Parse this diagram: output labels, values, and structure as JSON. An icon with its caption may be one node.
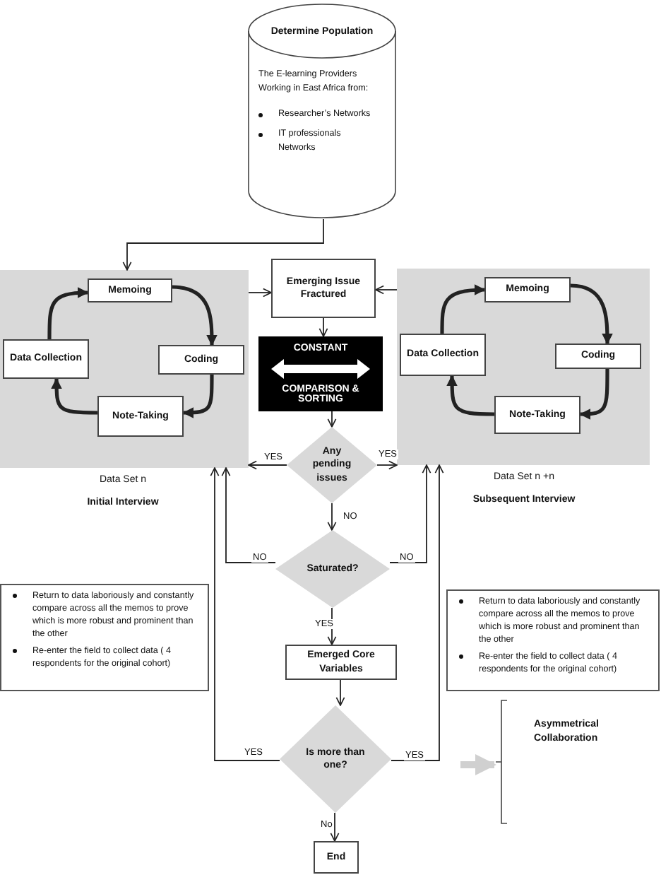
{
  "diagram": {
    "nodes": [
      {
        "text": [
          "Determine Population",
          "The E-learning Providers Working in East Africa from:",
          "Researcher’s Networks",
          "IT professionals Networks"
        ]
      },
      {
        "text": [],
        "shape": "box",
        "beside": [
          "Data Set n",
          "Initial Interview"
        ]
      },
      {
        "text": [
          "Memoing"
        ],
        "in": 1
      },
      {
        "text": [
          "Coding"
        ],
        "in": 1
      },
      {
        "text": [
          "Note-Taking"
        ],
        "in": 1
      },
      {
        "text": [
          "Data Collection"
        ],
        "in": 1
      },
      {
        "text": [
          "Emerging Issue Fractured"
        ]
      },
      {
        "text": [
          "CONSTANT",
          "COMPARISON & SORTING"
        ]
      },
      {
        "text": [],
        "shape": "box",
        "beside": [
          "Data Set n +n",
          "Subsequent Interview"
        ]
      },
      {
        "text": [
          "Memoing"
        ],
        "in": 8
      },
      {
        "text": [
          "Coding"
        ],
        "in": 8
      },
      {
        "text": [
          "Note-Taking"
        ],
        "in": 8
      },
      {
        "text": [
          "Data Collection"
        ],
        "in": 8
      },
      {
        "text": [
          "Any pending issues"
        ]
      },
      {
        "text": [
          "Saturated?"
        ]
      },
      {
        "text": [
          "Return to data laboriously and constantly compare across all the memos to prove which is more robust and prominent than the other",
          "Re-enter the field to collect  data ( 4 respondents for the original cohort)"
        ]
      },
      {
        "text": [
          "Return to data laboriously and constantly compare across all the memos to prove which is more robust and prominent than the other",
          "Re-enter the field to collect  data ( 4 respondents for the original cohort)"
        ]
      },
      {
        "text": [
          "Emerged Core Variables"
        ]
      },
      {
        "text": [
          "Is more than one?"
        ]
      },
      {
        "text": [
          "End"
        ]
      },
      {
        "text": [
          "Asymmetrical Collaboration"
        ]
      }
    ],
    "edges": [
      {
        "from": 0,
        "to": 1,
        "arrow": "to"
      },
      {
        "from": 2,
        "to": 3,
        "arrow": "to",
        "style": "thick"
      },
      {
        "from": 3,
        "to": 4,
        "arrow": "to",
        "style": "thick"
      },
      {
        "from": 4,
        "to": 5,
        "arrow": "to",
        "style": "thick"
      },
      {
        "from": 5,
        "to": 2,
        "arrow": "to",
        "style": "thick"
      },
      {
        "from": 1,
        "to": 6,
        "arrow": "to"
      },
      {
        "from": 8,
        "to": 6,
        "arrow": "to"
      },
      {
        "from": 9,
        "to": 10,
        "arrow": "to",
        "style": "thick"
      },
      {
        "from": 10,
        "to": 11,
        "arrow": "to",
        "style": "thick"
      },
      {
        "from": 11,
        "to": 12,
        "arrow": "to",
        "style": "thick"
      },
      {
        "from": 12,
        "to": 9,
        "arrow": "to",
        "style": "thick"
      },
      {
        "from": 6,
        "to": 7,
        "arrow": "to"
      },
      {
        "from": 7,
        "to": 13,
        "arrow": "to"
      },
      {
        "from": 13,
        "to": 1,
        "arrow": "to",
        "label": "YES"
      },
      {
        "from": 13,
        "to": 8,
        "arrow": "to",
        "label": "YES"
      },
      {
        "from": 13,
        "to": 14,
        "arrow": "to",
        "label": "NO"
      },
      {
        "from": 14,
        "to": 1,
        "arrow": "to",
        "label": "NO"
      },
      {
        "from": 14,
        "to": 8,
        "arrow": "to",
        "label": "NO"
      },
      {
        "from": 14,
        "to": 17,
        "arrow": "to",
        "label": "YES"
      },
      {
        "from": 17,
        "to": 18,
        "arrow": "to"
      },
      {
        "from": 18,
        "to": 1,
        "arrow": "to",
        "label": "YES"
      },
      {
        "from": 18,
        "to": 8,
        "arrow": "to",
        "label": "YES"
      },
      {
        "from": 18,
        "to": 19,
        "arrow": "to",
        "label": "No"
      },
      {
        "from": null,
        "to": 20,
        "arrow": "to",
        "style": "thick",
        "color": "#d0d0d0"
      }
    ]
  }
}
